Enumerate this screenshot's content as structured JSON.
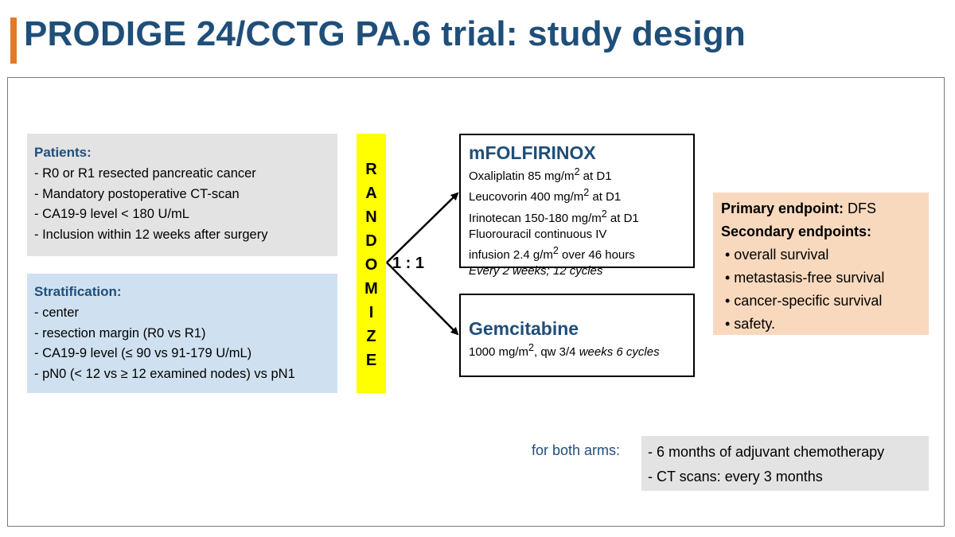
{
  "title": "PRODIGE 24/CCTG PA.6 trial: study design",
  "colors": {
    "accent": "#e07b2a",
    "title_blue": "#1f4e79",
    "patients_bg": "#e3e3e3",
    "stratification_bg": "#cfe1f0",
    "randomize_bg": "#ffff00",
    "endpoints_bg": "#f8d9be"
  },
  "patients": {
    "heading": "Patients:",
    "items": [
      "- R0 or R1 resected pancreatic cancer",
      "- Mandatory postoperative CT-scan",
      "- CA19-9 level < 180 U/mL",
      "- Inclusion within 12 weeks after surgery"
    ]
  },
  "stratification": {
    "heading": "Stratification:",
    "items": [
      "- center",
      "- resection margin (R0 vs R1)",
      "- CA19-9 level (≤ 90 vs 91-179 U/mL)",
      "- pN0 (< 12 vs ≥ 12 examined nodes) vs pN1"
    ]
  },
  "randomize": {
    "letters": [
      "R",
      "A",
      "N",
      "D",
      "O",
      "M",
      "I",
      "Z",
      "E"
    ],
    "ratio": "1 : 1"
  },
  "arms": {
    "mfolfirinox": {
      "name": "mFOLFIRINOX",
      "oxaliplatin_pre": "Oxaliplatin 85 mg/m",
      "oxaliplatin_sup": "2",
      "oxaliplatin_post": " at D1",
      "leucovorin_pre": "Leucovorin 400 mg/m",
      "leucovorin_sup": "2",
      "leucovorin_post": " at D1",
      "irinotecan_pre": "Irinotecan 150-180 mg/m",
      "irinotecan_sup": "2",
      "irinotecan_post": " at D1",
      "fluorouracil_line1": "Fluorouracil continuous IV",
      "fluorouracil_line2_pre": "infusion 2.4 g/m",
      "fluorouracil_line2_sup": "2",
      "fluorouracil_line2_post": " over 46 hours",
      "schedule": "Every 2 weeks; 12 cycles"
    },
    "gemcitabine": {
      "name": "Gemcitabine",
      "dose_pre": "1000 mg/m",
      "dose_sup": "2",
      "dose_post": ", qw 3/4 ",
      "schedule": "weeks 6 cycles"
    }
  },
  "endpoints": {
    "primary_label": "Primary endpoint:",
    "primary_value": " DFS",
    "secondary_label": "Secondary endpoints:",
    "secondary_items": [
      "• overall survival",
      "• metastasis-free survival",
      "• cancer-specific survival",
      "• safety."
    ]
  },
  "both_arms": {
    "label": "for both arms:",
    "items": [
      "- 6 months of adjuvant chemotherapy",
      "- CT scans: every 3 months"
    ]
  }
}
